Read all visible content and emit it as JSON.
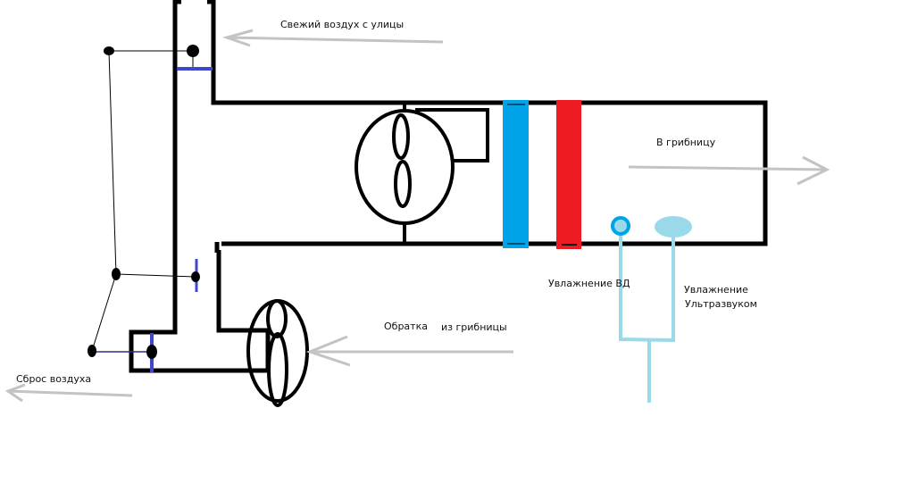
{
  "labels": {
    "fresh_air": "Свежий воздух с улицы",
    "to_chamber": "В грибницу",
    "humidify_hp": "Увлажнение ВД",
    "humidify_us_line1": "Увлажнение",
    "humidify_us_line2": "Ультразвуком",
    "return_1": "Обратка",
    "return_2": "из грибницы",
    "exhaust": "Сброс воздуха"
  },
  "colors": {
    "duct": "#000000",
    "damper": "#3f48cc",
    "cooler": "#00a2e8",
    "heater": "#ed1c24",
    "water": "#99d9ea",
    "flow_arrow": "#c3c3c3"
  }
}
